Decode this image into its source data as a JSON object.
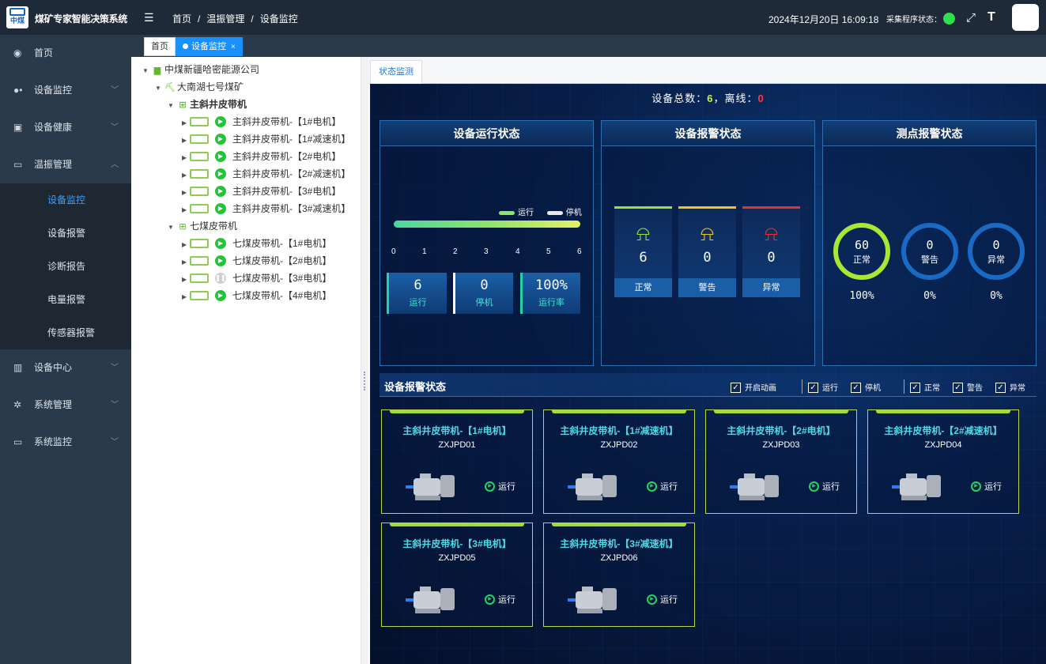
{
  "app": {
    "title": "煤矿专家智能决策系统",
    "logo_text": "中煤"
  },
  "breadcrumb": [
    "首页",
    "温振管理",
    "设备监控"
  ],
  "header": {
    "datetime": "2024年12月20日 16:09:18",
    "collect_label": "采集程序状态：",
    "collect_color": "#2ee04a"
  },
  "sidebar": {
    "items": [
      {
        "label": "首页",
        "icon": "dashboard-icon"
      },
      {
        "label": "设备监控",
        "icon": "device-monitor-icon"
      },
      {
        "label": "设备健康",
        "icon": "health-icon"
      },
      {
        "label": "温振管理",
        "icon": "monitor-icon"
      }
    ],
    "sub_items": [
      "设备监控",
      "设备报警",
      "诊断报告",
      "电量报警",
      "传感器报警"
    ],
    "items_after": [
      {
        "label": "设备中心",
        "icon": "device-center-icon"
      },
      {
        "label": "系统管理",
        "icon": "settings-icon"
      },
      {
        "label": "系统监控",
        "icon": "system-monitor-icon"
      }
    ]
  },
  "tabs": [
    {
      "label": "首页"
    },
    {
      "label": "设备监控",
      "active": true
    }
  ],
  "tree": {
    "root": "中煤新疆哈密能源公司",
    "mine": "大南湖七号煤矿",
    "groups": [
      {
        "name": "主斜井皮带机",
        "children": [
          {
            "label": "主斜井皮带机-【1#电机】",
            "running": true
          },
          {
            "label": "主斜井皮带机-【1#减速机】",
            "running": true
          },
          {
            "label": "主斜井皮带机-【2#电机】",
            "running": true
          },
          {
            "label": "主斜井皮带机-【2#减速机】",
            "running": true
          },
          {
            "label": "主斜井皮带机-【3#电机】",
            "running": true
          },
          {
            "label": "主斜井皮带机-【3#减速机】",
            "running": true
          }
        ]
      },
      {
        "name": "七煤皮带机",
        "children": [
          {
            "label": "七煤皮带机-【1#电机】",
            "running": true
          },
          {
            "label": "七煤皮带机-【2#电机】",
            "running": true
          },
          {
            "label": "七煤皮带机-【3#电机】",
            "running": false
          },
          {
            "label": "七煤皮带机-【4#电机】",
            "running": true
          }
        ]
      }
    ]
  },
  "status_tab": "状态监测",
  "summary": {
    "total_label": "设备总数：",
    "total": "6",
    "sep": "，",
    "offline_label": "离线：",
    "offline": "0"
  },
  "run_panel": {
    "title": "设备运行状态",
    "legend": [
      "运行",
      "停机"
    ],
    "ticks": [
      "0",
      "1",
      "2",
      "3",
      "4",
      "5",
      "6"
    ],
    "running_fraction": 1.0,
    "boxes": [
      {
        "value": "6",
        "label": "运行"
      },
      {
        "value": "0",
        "label": "停机"
      },
      {
        "value": "100%",
        "label": "运行率"
      }
    ]
  },
  "alarm_panel": {
    "title": "设备报警状态",
    "boxes": [
      {
        "value": "6",
        "label": "正常",
        "color": "#9ede3a"
      },
      {
        "value": "0",
        "label": "警告",
        "color": "#f2c31e"
      },
      {
        "value": "0",
        "label": "异常",
        "color": "#e53030"
      }
    ]
  },
  "point_panel": {
    "title": "测点报警状态",
    "rings": [
      {
        "value": "60",
        "label": "正常",
        "pct": "100%",
        "active": true
      },
      {
        "value": "0",
        "label": "警告",
        "pct": "0%",
        "active": false
      },
      {
        "value": "0",
        "label": "异常",
        "pct": "0%",
        "active": false
      }
    ]
  },
  "device_section": {
    "title": "设备报警状态",
    "checks": [
      "开启动画",
      "运行",
      "停机",
      "正常",
      "警告",
      "异常"
    ]
  },
  "devices": [
    {
      "name": "主斜井皮带机-【1#电机】",
      "code": "ZXJPD01",
      "status": "运行"
    },
    {
      "name": "主斜井皮带机-【1#减速机】",
      "code": "ZXJPD02",
      "status": "运行"
    },
    {
      "name": "主斜井皮带机-【2#电机】",
      "code": "ZXJPD03",
      "status": "运行"
    },
    {
      "name": "主斜井皮带机-【2#减速机】",
      "code": "ZXJPD04",
      "status": "运行"
    },
    {
      "name": "主斜井皮带机-【3#电机】",
      "code": "ZXJPD05",
      "status": "运行"
    },
    {
      "name": "主斜井皮带机-【3#减速机】",
      "code": "ZXJPD06",
      "status": "运行"
    }
  ]
}
